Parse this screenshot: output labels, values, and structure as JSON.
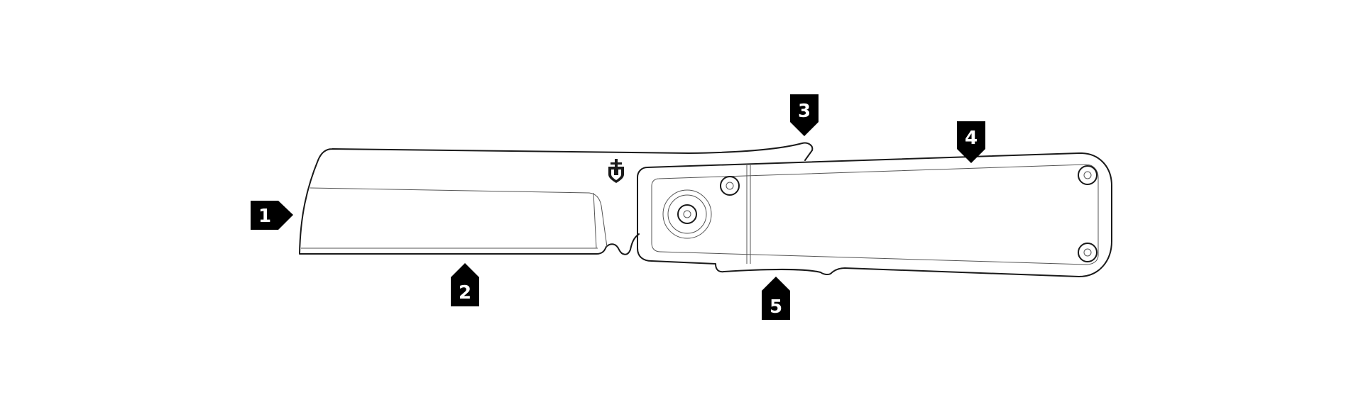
{
  "diagram": {
    "callouts": [
      {
        "id": "1",
        "label": "1"
      },
      {
        "id": "2",
        "label": "2"
      },
      {
        "id": "3",
        "label": "3"
      },
      {
        "id": "4",
        "label": "4"
      },
      {
        "id": "5",
        "label": "5"
      }
    ],
    "colors": {
      "outline": "#1a1a1a",
      "detail": "#555555",
      "callout": "#000000",
      "callout_text": "#ffffff",
      "background": "#ffffff"
    },
    "icons": [
      "brand-logo-icon"
    ]
  }
}
